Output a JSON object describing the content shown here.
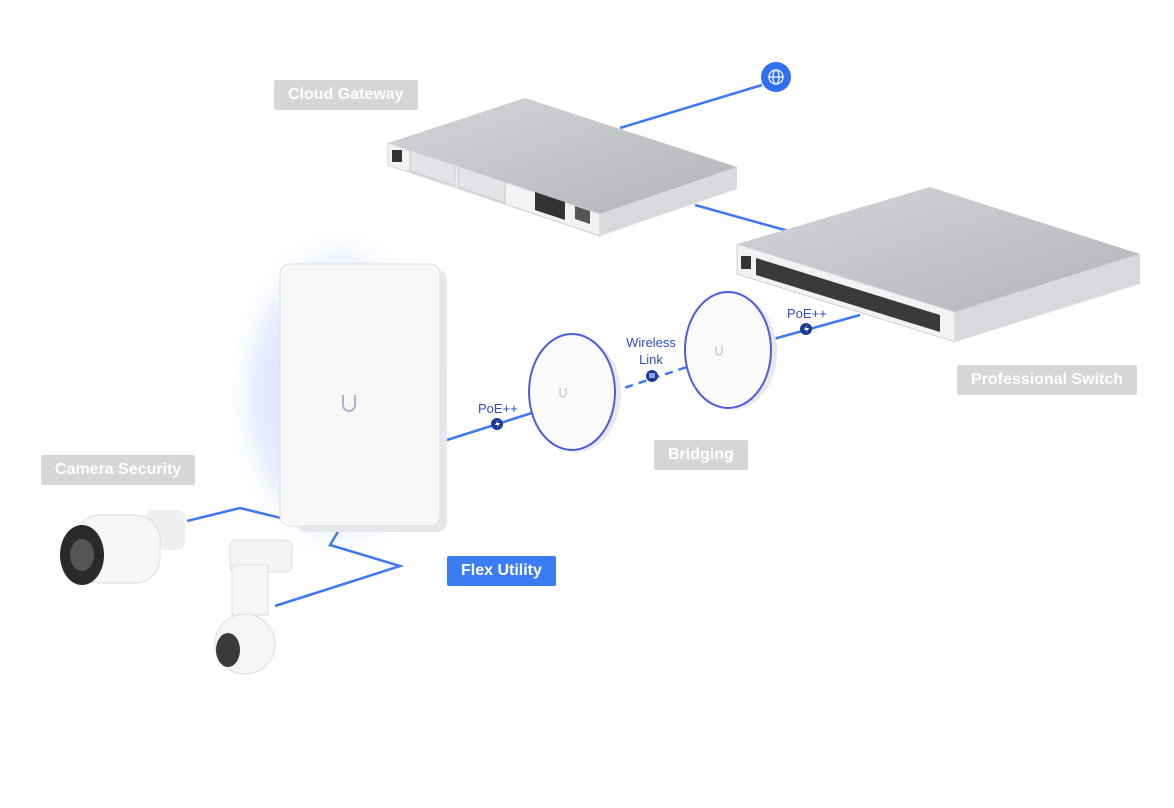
{
  "labels": {
    "cloud_gateway": "Cloud Gateway",
    "professional_switch": "Professional Switch",
    "bridging": "Bridging",
    "camera_security": "Camera Security",
    "flex_utility": "Flex Utility"
  },
  "link_labels": {
    "poe_left": "PoE++",
    "poe_right": "PoE++",
    "wireless_line1": "Wireless",
    "wireless_line2": "Link"
  },
  "colors": {
    "accent": "#3a7cf2",
    "cable": "#3f78f0",
    "tag_inactive": "#d6d6d6",
    "link_text": "#2d4fc0"
  },
  "icons": [
    "globe-icon",
    "power-bolt-icon",
    "wireless-icon"
  ]
}
